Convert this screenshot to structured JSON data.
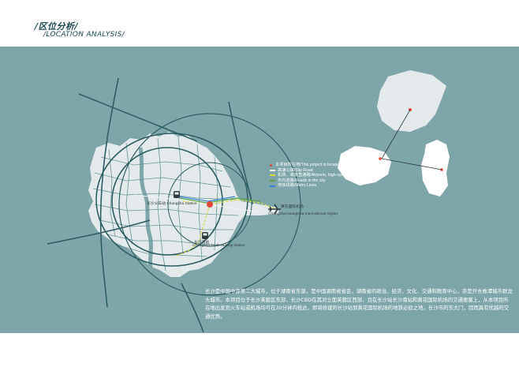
{
  "header": {
    "title_cn": "/区位分析/",
    "title_en": "/LOCATION  ANALYSIS/"
  },
  "colors": {
    "background": "#7fa5a8",
    "land": "#e4eaeb",
    "roads": "#2f5e62",
    "project": "#e04a3a",
    "slip_road": "#f1f1f1",
    "airport_rail": "#d9d640",
    "city_roads": "#5aa34a",
    "metro": "#3b7fd0"
  },
  "legend": {
    "items": [
      {
        "label": "本项目所在地/This project is located",
        "icon": "red-dot"
      },
      {
        "label": "高速公路/Slip Road",
        "icon": "white-line"
      },
      {
        "label": "机场、高铁直通路/Airports, high-speed rail",
        "icon": "yellow-dashed-line"
      },
      {
        "label": "市内道路/Roads in the city",
        "icon": "green-line"
      },
      {
        "label": "地铁线路/Metro Lines",
        "icon": "blue-line"
      }
    ]
  },
  "map_labels": {
    "changsha_station": "长沙火车站 Changsha Station",
    "south_station_cn": "长沙南站",
    "south_station_en": "Changsha south railway station",
    "airport": "Changsha Huanghua International Airport",
    "airport_cn": "黄花国际机场"
  },
  "description": "长沙是中国中部第二大城市，位于湖南省东部，是中国湖南省省会，湖南省的政治、经济、文化、交通和教育中心，亦是开长株潭城市群龙头城市。本项目位于长沙芙蓉区东部，长沙CBD在其对立面芙蓉区西部，且在长沙站长沙南站和黄花国际机场的交通要塞上，从本项目所在地出发到火车站或机场均可在30分钟内抵达，即将修建的长沙站到黄花国际机场的地铁必经之地，长沙市的东大门，因而具有优越的交通优势。"
}
